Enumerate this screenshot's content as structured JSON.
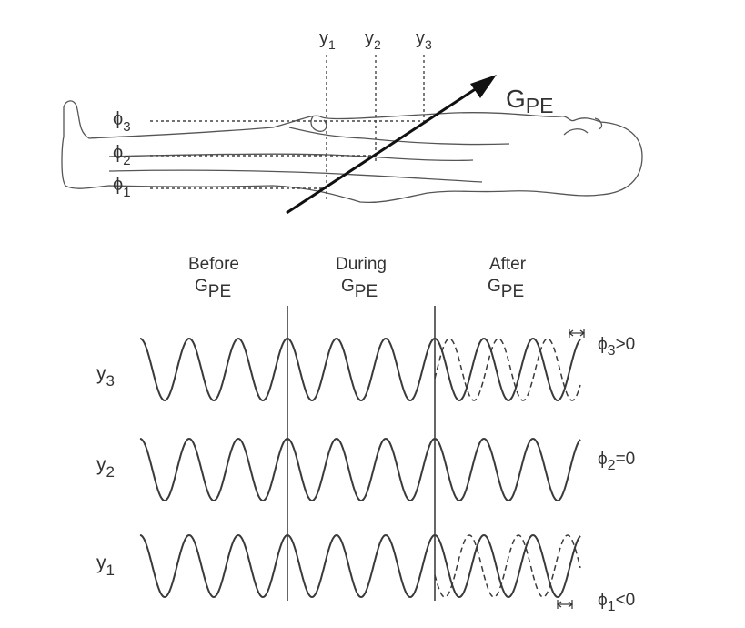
{
  "top": {
    "positions": [
      {
        "base": "y",
        "sub": "1"
      },
      {
        "base": "y",
        "sub": "2"
      },
      {
        "base": "y",
        "sub": "3"
      }
    ],
    "phases": [
      {
        "base": "ϕ",
        "sub": "3"
      },
      {
        "base": "ϕ",
        "sub": "2"
      },
      {
        "base": "ϕ",
        "sub": "1"
      }
    ],
    "gradient": {
      "base": "G",
      "sub": "PE"
    }
  },
  "columns": [
    {
      "line1": "Before",
      "line2_base": "G",
      "line2_sub": "PE"
    },
    {
      "line1": "During",
      "line2_base": "G",
      "line2_sub": "PE"
    },
    {
      "line1": "After",
      "line2_base": "G",
      "line2_sub": "PE"
    }
  ],
  "rows": [
    {
      "label_base": "y",
      "label_sub": "3",
      "phase_base": "ϕ",
      "phase_sub": "3",
      "phase_rel": ">0",
      "shift": 1
    },
    {
      "label_base": "y",
      "label_sub": "2",
      "phase_base": "ϕ",
      "phase_sub": "2",
      "phase_rel": "=0",
      "shift": 0
    },
    {
      "label_base": "y",
      "label_sub": "1",
      "phase_base": "ϕ",
      "phase_sub": "1",
      "phase_rel": "<0",
      "shift": -1
    }
  ],
  "colors": {
    "line": "#333333",
    "background": "#ffffff"
  }
}
